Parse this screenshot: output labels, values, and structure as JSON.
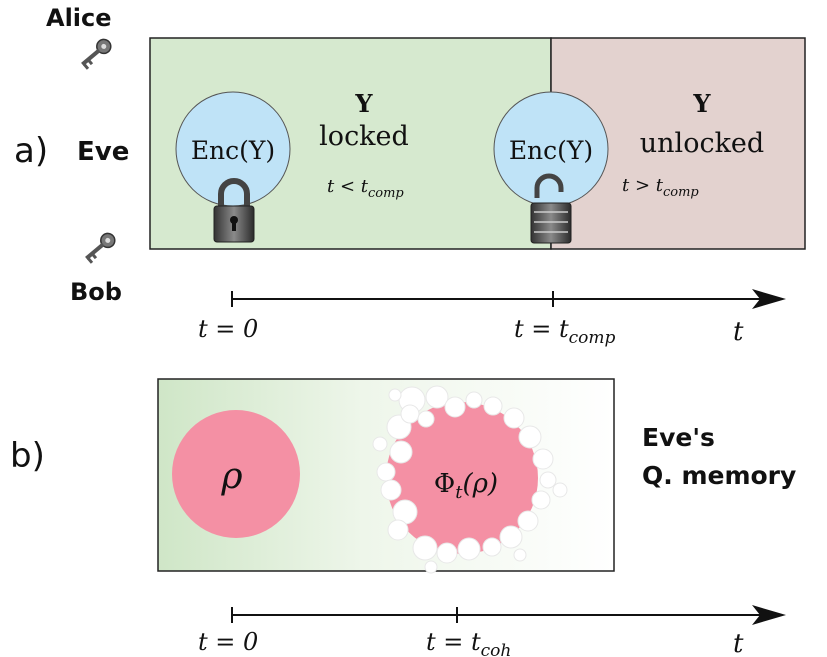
{
  "panel_a": {
    "label": "a)",
    "alice": "Alice",
    "eve": "Eve",
    "bob": "Bob",
    "enc_label": "Enc(Y)",
    "locked_title": "Y",
    "locked_word": "locked",
    "locked_cond": "t < t",
    "locked_cond_sub": "comp",
    "unlocked_title": "Y",
    "unlocked_word": "unlocked",
    "unlocked_cond": "t > t",
    "unlocked_cond_sub": "comp",
    "axis": {
      "tick_start": "t = 0",
      "tick_mid": "t = t",
      "tick_mid_sub": "comp",
      "end_label": "t"
    },
    "colors": {
      "locked_bg": "#d6e9cf",
      "unlocked_bg": "#e3d2cf",
      "bubble": "#bfe3f7"
    }
  },
  "panel_b": {
    "label": "b)",
    "rho": "ρ",
    "phi": "Φ",
    "phi_sub": "t",
    "phi_arg": "(ρ)",
    "memory_line1": "Eve's",
    "memory_line2": "Q. memory",
    "axis": {
      "tick_start": "t = 0",
      "tick_mid": "t = t",
      "tick_mid_sub": "coh",
      "end_label": "t"
    },
    "colors": {
      "state": "#f490a4",
      "fade_start": "#d6e9cf"
    }
  }
}
